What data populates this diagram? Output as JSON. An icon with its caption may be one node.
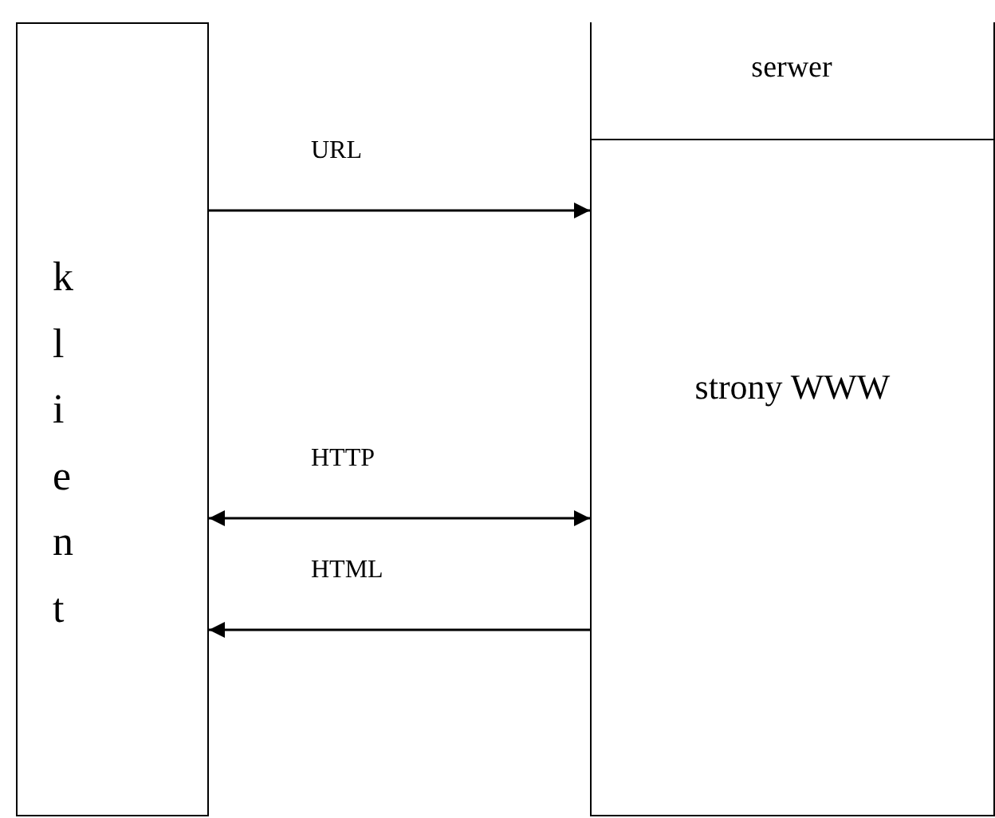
{
  "diagram": {
    "nodes": [
      {
        "text": [
          "klient"
        ]
      },
      {
        "text": [
          "strony WWW"
        ]
      },
      {
        "text": [
          "serwer"
        ],
        "in": 1
      }
    ],
    "edges": [
      {
        "from": 0,
        "to": 1,
        "arrow": "to",
        "label": "URL"
      },
      {
        "from": 0,
        "to": 1,
        "arrow": "both",
        "label": "HTTP"
      },
      {
        "from": 1,
        "to": 0,
        "arrow": "to",
        "label": "HTML"
      }
    ]
  }
}
